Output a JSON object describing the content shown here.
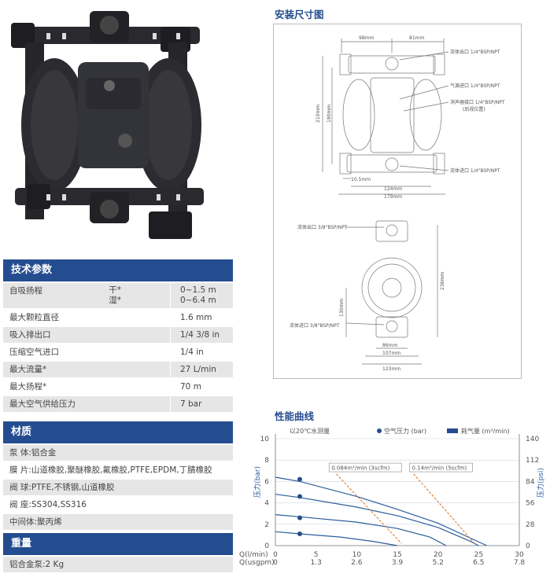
{
  "specs": {
    "title": "技术参数",
    "rows": [
      {
        "label": "自吸扬程",
        "sub1": "干*",
        "sub2": "湿*",
        "value1": "0~1.5 m",
        "value2": "0~6.4 m"
      },
      {
        "label": "最大颗粒直径",
        "value": "1.6 mm"
      },
      {
        "label": "吸入排出口",
        "value": "1/4 3/8 in"
      },
      {
        "label": "压缩空气进口",
        "value": "1/4 in"
      },
      {
        "label": "最大流量*",
        "value": "27 L/min"
      },
      {
        "label": "最大扬程*",
        "value": "70 m"
      },
      {
        "label": "最大空气供给压力",
        "value": "7 bar"
      }
    ]
  },
  "materials": {
    "title": "材质",
    "rows": [
      "泵 体:铝合金",
      "膜 片:山道橡胶,聚醚橡胶,氟橡胶,PTFE,EPDM,丁腈橡胶",
      "阀 球:PTFE,不锈钢,山道橡胶",
      "阀 座:SS304,SS316",
      "中间体:聚丙烯"
    ]
  },
  "weight": {
    "title": "重量",
    "rows": [
      "铝合金泵:2 Kg"
    ]
  },
  "install": {
    "title": "安装尺寸图",
    "dims": [
      "98mm",
      "81mm",
      "210mm",
      "180mm",
      "10.5mm",
      "124mm",
      "179mm",
      "238mm",
      "130mm",
      "86mm",
      "107mm",
      "123mm"
    ],
    "labels": {
      "outlet": "流体出口 1/4\"BSP/NPT",
      "air_in": "气源进口 1/4\"BSP/NPT",
      "muffler": "消声器接口 1/4\"BSP/NPT",
      "muffler_note": "(后视位置)",
      "inlet": "流体进口 1/4\"BSP/NPT",
      "outlet2": "流体出口 3/8\"BSP/NPT",
      "inlet2": "流体进口 3/8\"BSP/NPT"
    }
  },
  "performance": {
    "title": "性能曲线",
    "legend_water": "以20℃水测量",
    "legend_air_pressure": "空气压力 (bar)",
    "legend_air_consumption": "耗气量 (m³/min)",
    "callout1": "0.084m³/min (3scfm)",
    "callout2": "0.14m³/min (5scfm)",
    "ylabel_left": "压力(bar)",
    "ylabel_right": "压力(psi)",
    "x1_label": "Q(l/min)",
    "x2_label": "Q(usgpm)"
  },
  "chart_data": {
    "type": "line",
    "x": [
      0,
      5,
      10,
      15,
      20,
      25,
      30
    ],
    "x_ticks_lpm": [
      "0",
      "5",
      "10",
      "15",
      "20",
      "25",
      "30"
    ],
    "x_ticks_usgpm": [
      "0",
      "1.3",
      "2.6",
      "3.9",
      "5.2",
      "6.5",
      "7.8"
    ],
    "y_ticks_bar": [
      "0",
      "2",
      "4",
      "6",
      "8",
      "10"
    ],
    "y_ticks_psi": [
      "0",
      "28",
      "56",
      "84",
      "112",
      "140"
    ],
    "ylim": [
      0,
      10
    ],
    "xlim": [
      0,
      30
    ],
    "series": [
      {
        "air_pressure_bar": 7,
        "points": [
          [
            0,
            6.4
          ],
          [
            3,
            6.0
          ],
          [
            10,
            4.6
          ],
          [
            15,
            3.4
          ],
          [
            20,
            2.1
          ],
          [
            24,
            0.7
          ],
          [
            26,
            0
          ]
        ]
      },
      {
        "air_pressure_bar": 5,
        "points": [
          [
            0,
            4.8
          ],
          [
            3,
            4.5
          ],
          [
            10,
            3.6
          ],
          [
            15,
            2.8
          ],
          [
            20,
            1.7
          ],
          [
            24,
            0.4
          ],
          [
            25,
            0
          ]
        ]
      },
      {
        "air_pressure_bar": 3,
        "points": [
          [
            0,
            2.9
          ],
          [
            3,
            2.7
          ],
          [
            10,
            2.2
          ],
          [
            15,
            1.6
          ],
          [
            19,
            0.8
          ],
          [
            21,
            0
          ]
        ]
      },
      {
        "air_pressure_bar": 1.5,
        "points": [
          [
            0,
            1.3
          ],
          [
            3,
            1.1
          ],
          [
            8,
            0.8
          ],
          [
            12,
            0.4
          ],
          [
            15,
            0
          ]
        ]
      }
    ],
    "air_consumption_lines": [
      {
        "label": "0.084m³/min (3scfm)",
        "points": [
          [
            7.5,
            6.7
          ],
          [
            15.5,
            0.2
          ]
        ]
      },
      {
        "label": "0.14m³/min (5scfm)",
        "points": [
          [
            17,
            6.7
          ],
          [
            24.5,
            0.2
          ]
        ]
      }
    ],
    "markers": [
      [
        3,
        6.2
      ],
      [
        3,
        4.6
      ],
      [
        3,
        2.6
      ],
      [
        3,
        1.1
      ]
    ],
    "colors": {
      "curve": "#2b5d9c",
      "air": "#e07a2e",
      "marker": "#244d8f"
    }
  }
}
